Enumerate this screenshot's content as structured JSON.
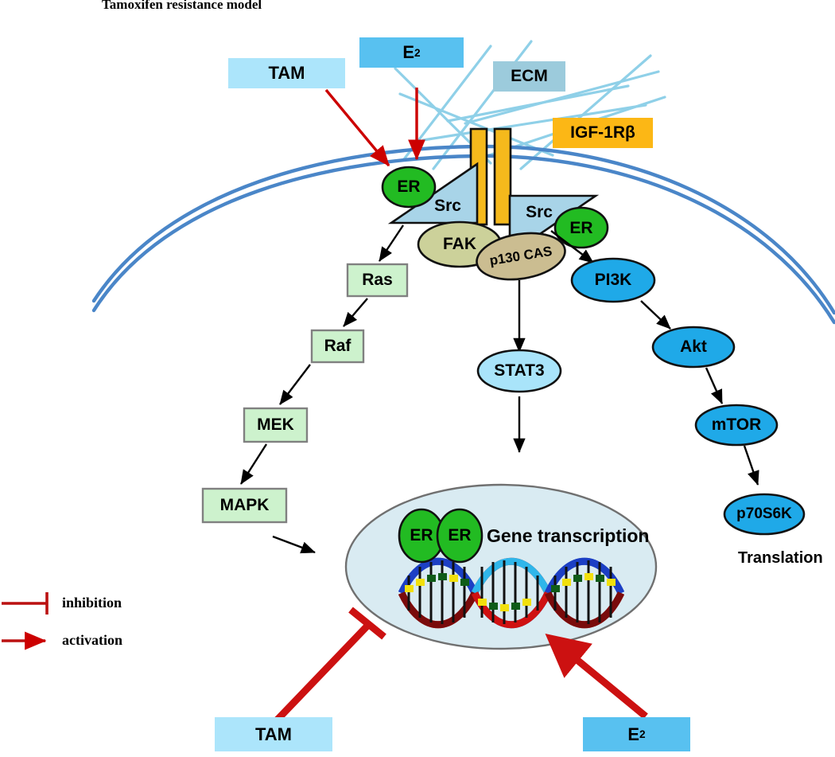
{
  "title": "Tamoxifen resistance model",
  "ligands": {
    "tam_top": "TAM",
    "e2_top_main": "E",
    "e2_top_sub": "2",
    "ecm": "ECM",
    "igf": "IGF-1Rβ",
    "tam_bottom": "TAM",
    "e2_bottom_main": "E",
    "e2_bottom_sub": "2"
  },
  "membrane_complex": {
    "er_left": "ER",
    "src_left": "Src",
    "fak": "FAK",
    "p130cas": "p130 CAS",
    "src_right": "Src",
    "er_right": "ER"
  },
  "mapk_cascade": {
    "ras": "Ras",
    "raf": "Raf",
    "mek": "MEK",
    "mapk": "MAPK"
  },
  "stat_pathway": {
    "stat3": "STAT3"
  },
  "pi3k_pathway": {
    "pi3k": "PI3K",
    "akt": "Akt",
    "mtor": "mTOR",
    "p70s6k": "p70S6K",
    "translation": "Translation"
  },
  "nucleus": {
    "er_dimer_left": "ER",
    "er_dimer_right": "ER",
    "gene_transcription": "Gene transcription"
  },
  "legend": {
    "inhibition": "inhibition",
    "activation": "activation"
  },
  "colors": {
    "tam_box": "#ace5fb",
    "e2_box": "#58c1f0",
    "ecm_box": "#9ccbdc",
    "igf_box": "#fcb715",
    "ecm_fiber": "#8fd0e8",
    "membrane": "#4a86c8",
    "receptor_bar": "#f5b91c",
    "er_green": "#22bb22",
    "src_blue": "#a8d4e8",
    "fak_olive": "#ccd19a",
    "p130_tan": "#cbbd91",
    "cascade_green": "#cdf2cd",
    "pi3k_blue": "#1fa9e8",
    "stat3_blue": "#a9e4fa",
    "nucleus_fill": "#d9ebf2",
    "arrow_black": "#000000",
    "arrow_red": "#cc0000",
    "thick_red": "#cc1111"
  }
}
